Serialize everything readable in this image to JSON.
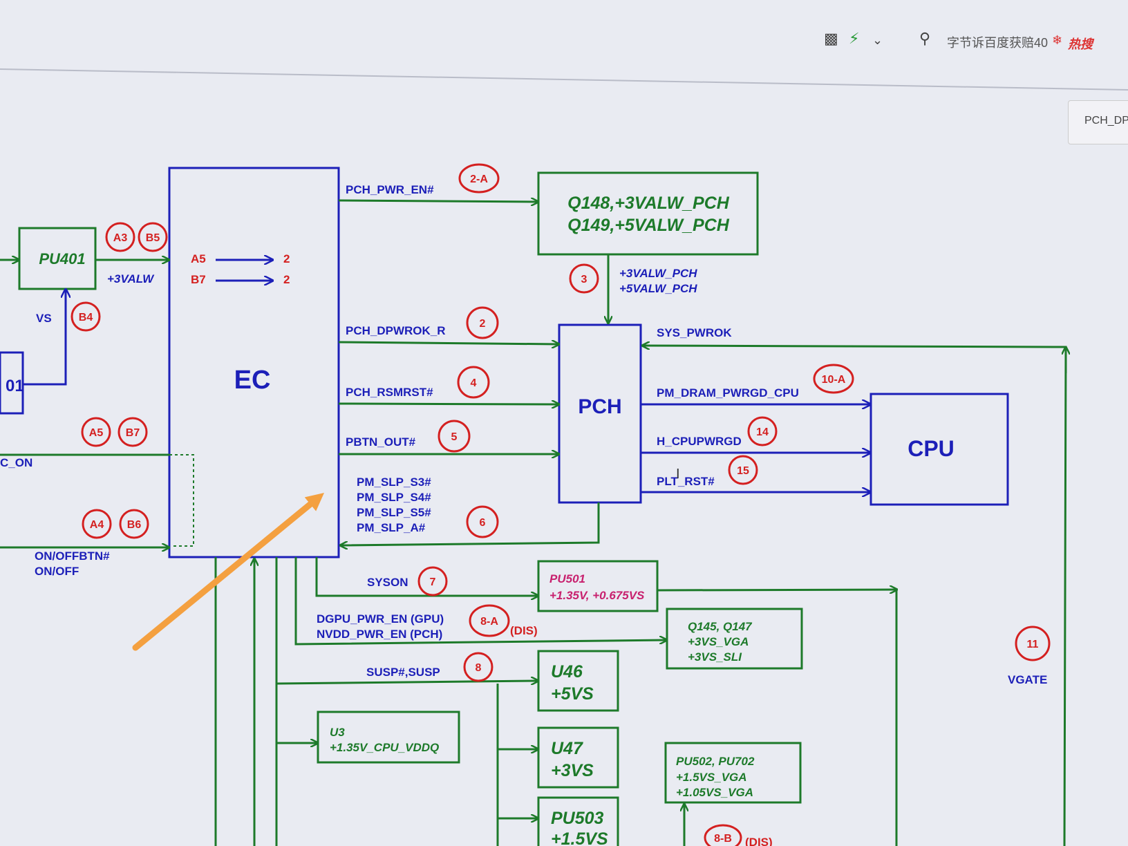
{
  "toolbar": {
    "search_text": "字节诉百度获赔40",
    "hot_label": "热搜",
    "side_tab_label": "PCH_DP"
  },
  "icons": [
    "screen-capture-icon",
    "bolt-icon",
    "chevron-down-icon",
    "search-icon",
    "flame-icon",
    "text-cursor-icon"
  ],
  "colors": {
    "green": "#1d7a2a",
    "blue": "#1c1fb8",
    "red": "#d42020",
    "orange": "#f4a040",
    "magenta": "#c8206e"
  },
  "diagram": {
    "ec": "EC",
    "pch": "PCH",
    "cpu": "CPU",
    "pu401": "PU401",
    "q148_line1": "Q148,+3VALW_PCH",
    "q148_line2": "Q149,+5VALW_PCH",
    "pu501_line1": "PU501",
    "pu501_line2": "+1.35V, +0.675VS",
    "q145_line1": "Q145, Q147",
    "q145_line2": "+3VS_VGA",
    "q145_line3": "+3VS_SLI",
    "u46_line1": "U46",
    "u46_line2": "+5VS",
    "u47_line1": "U47",
    "u47_line2": "+3VS",
    "pu503_line1": "PU503",
    "pu503_line2": "+1.5VS",
    "u3_line1": "U3",
    "u3_line2": "+1.35V_CPU_VDDQ",
    "pu502_line1": "PU502, PU702",
    "pu502_line2": "+1.5VS_VGA",
    "pu502_line3": "+1.05VS_VGA",
    "box01": "01",
    "signals": {
      "pch_pwr_en": "PCH_PWR_EN#",
      "pch_dpwrok": "PCH_DPWROK_R",
      "pch_rsmrst": "PCH_RSMRST#",
      "pbtn_out": "PBTN_OUT#",
      "pm_slp_s3": "PM_SLP_S3#",
      "pm_slp_s4": "PM_SLP_S4#",
      "pm_slp_s5": "PM_SLP_S5#",
      "pm_slp_a": "PM_SLP_A#",
      "syson": "SYSON",
      "dgpu_pwr_en": "DGPU_PWR_EN (GPU)",
      "nvdd_pwr_en": "NVDD_PWR_EN (PCH)",
      "dis": "(DIS)",
      "dis2": "(DIS)",
      "susp": "SUSP#,SUSP",
      "sys_pwrok": "SYS_PWROK",
      "pm_dram": "PM_DRAM_PWRGD_CPU",
      "h_cpupwrgd": "H_CPUPWRGD",
      "plt_rst": "PLT_RST#",
      "valw_pch_3": "+3VALW_PCH",
      "valw_pch_5": "+5VALW_PCH",
      "valw3": "+3VALW",
      "vs": "VS",
      "c_on": "C_ON",
      "onoffbtn": "ON/OFFBTN#",
      "onoff": "ON/OFF",
      "vgate": "VGATE",
      "a5": "A5",
      "b7": "B7",
      "two_a": "2",
      "two_b": "2"
    },
    "markers": {
      "m2a": "2-A",
      "m3": "3",
      "m2": "2",
      "m4": "4",
      "m5": "5",
      "m6": "6",
      "m7": "7",
      "m8a": "8-A",
      "m8": "8",
      "m10a": "10-A",
      "m14": "14",
      "m15": "15",
      "m11": "11",
      "m8b": "8-B",
      "a3": "A3",
      "b5": "B5",
      "b4": "B4",
      "a5": "A5",
      "b7": "B7",
      "a4": "A4",
      "b6": "B6"
    }
  }
}
